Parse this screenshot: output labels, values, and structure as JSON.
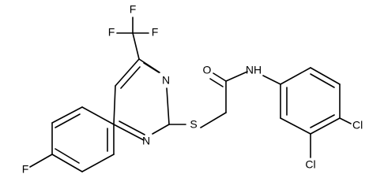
{
  "atoms": [
    {
      "id": "F1",
      "label": "F"
    },
    {
      "id": "F2",
      "label": "F"
    },
    {
      "id": "F3",
      "label": "F"
    },
    {
      "id": "N_pyr_top",
      "label": "N"
    },
    {
      "id": "N_pyr_bot",
      "label": "N"
    },
    {
      "id": "S",
      "label": "S"
    },
    {
      "id": "O",
      "label": "O"
    },
    {
      "id": "NH",
      "label": "NH"
    },
    {
      "id": "Cl_upper",
      "label": "Cl"
    },
    {
      "id": "Cl_lower",
      "label": "Cl"
    },
    {
      "id": "F_aryl",
      "label": "F"
    }
  ],
  "colors": {
    "bond": "#000000",
    "label": "#000000",
    "background": "#ffffff"
  }
}
